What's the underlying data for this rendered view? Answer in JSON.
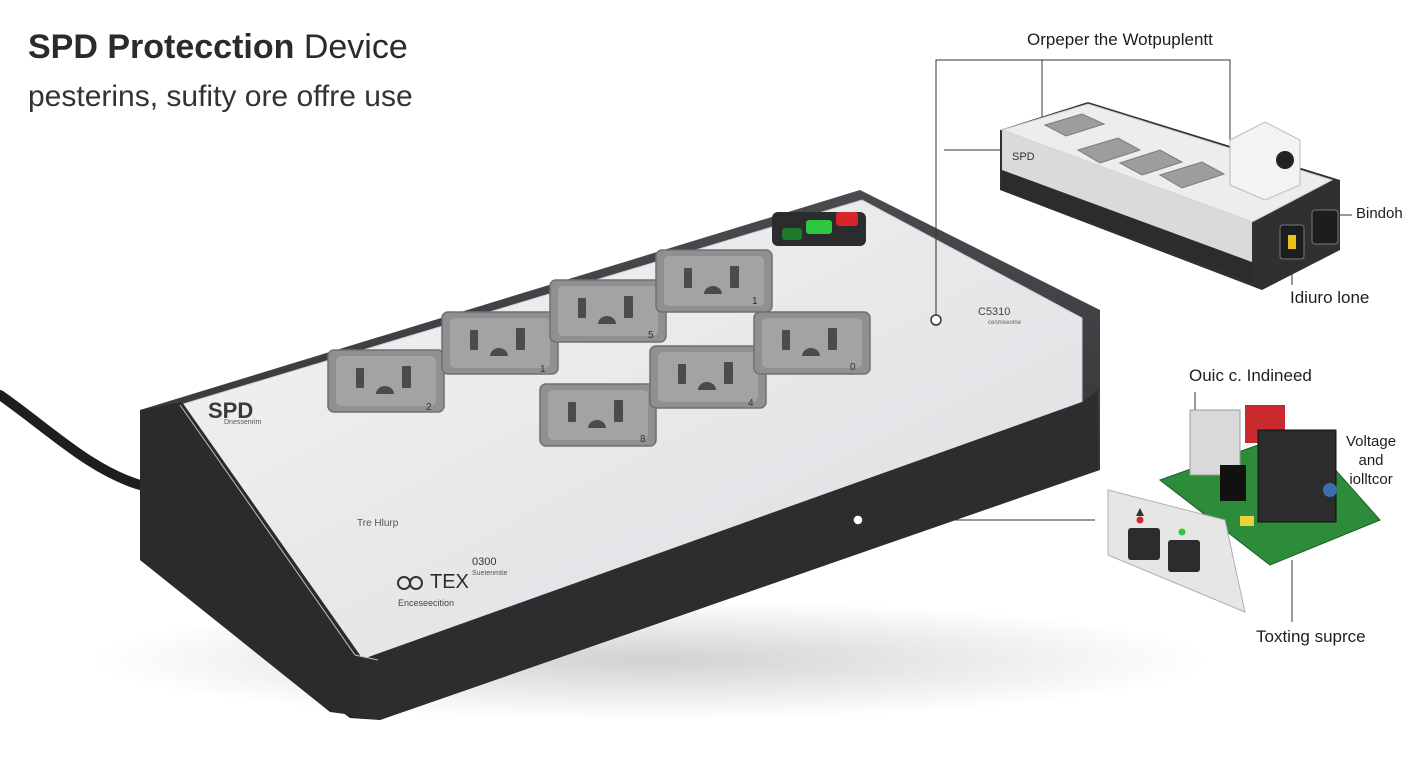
{
  "header": {
    "title_bold": "SPD Protecction",
    "title_rest": "Device",
    "subtitle": "pesterins, sufity ore offre use"
  },
  "main_strip": {
    "brand": "SPD",
    "brand_sub": "Dnessenrim",
    "side_label": "Tre Hlurp",
    "model_logo": "TEX",
    "model_code": "0300",
    "model_sub": "Suetenmtie",
    "maker_caption": "Enceseecition",
    "right_code": "C5310",
    "right_code_sub": "cenmeeome",
    "outlet_numbers": [
      "2",
      "1",
      "5",
      "1",
      "8",
      "4",
      "0"
    ]
  },
  "callouts": {
    "top": "Orpeper the Wotpuplentt",
    "bindoh": "Bindoh",
    "idiuro": "Idiuro lone",
    "ouic": "Ouic c. Indineed",
    "voltage_line1": "Voltage",
    "voltage_line2": "and",
    "voltage_line3": "iolltcor",
    "toxting": "Toxting suprce"
  },
  "small_strip": {
    "brand": "SPD"
  },
  "colors": {
    "body_light": "#e6e7e8",
    "body_dark": "#3a3b3d",
    "outlet": "#8f9092",
    "led_green": "#2fc640",
    "led_red": "#d8242a",
    "pcb_green": "#2c8c3a"
  }
}
